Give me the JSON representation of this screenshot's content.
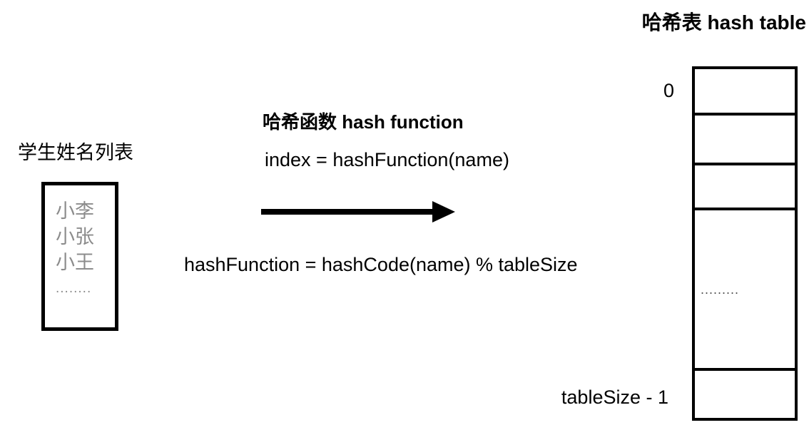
{
  "title": "哈希表 hash table",
  "student_list": {
    "label": "学生姓名列表",
    "items": [
      "小李",
      "小张",
      "小王",
      "........"
    ]
  },
  "hash_function": {
    "heading": "哈希函数 hash function",
    "index_formula": "index = hashFunction(name)",
    "definition_formula": "hashFunction = hashCode(name) % tableSize"
  },
  "hash_table": {
    "index_top_label": "0",
    "index_bottom_label": "tableSize - 1",
    "rows": [
      "",
      "",
      "",
      ".........",
      ""
    ]
  },
  "colors": {
    "background": "#ffffff",
    "line": "#000000",
    "muted_text": "#8c8c8c",
    "dots": "#4d4d4d"
  }
}
